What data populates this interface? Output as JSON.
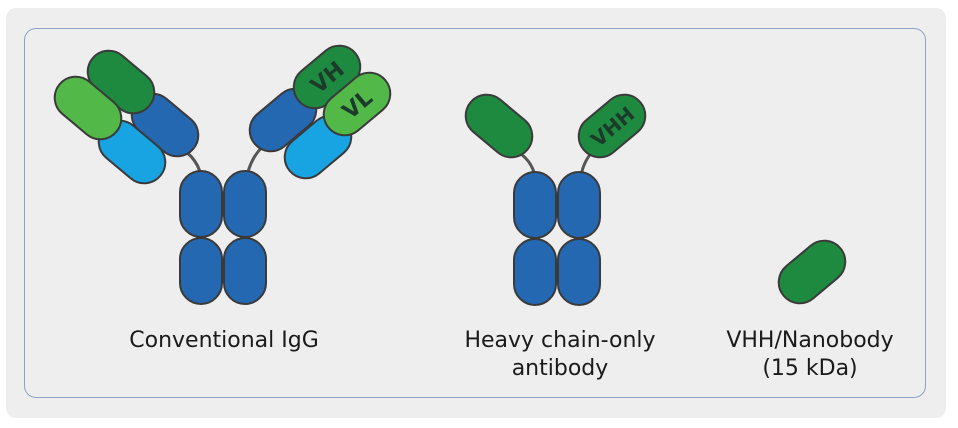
{
  "labels": {
    "igg": "Conventional IgG",
    "hcab_line1": "Heavy chain-only",
    "hcab_line2": "antibody",
    "vhh_line1": "VHH/Nanobody",
    "vhh_line2": "(15 kDa)"
  },
  "domains": {
    "vh": "VH",
    "vl": "VL",
    "vhh": "VHH"
  },
  "colors": {
    "dark_green": "#1e8a40",
    "light_green": "#52b848",
    "dark_blue": "#2468b2",
    "light_blue": "#18a4e2",
    "outline": "#3a3a3a",
    "hinge": "#555555"
  }
}
